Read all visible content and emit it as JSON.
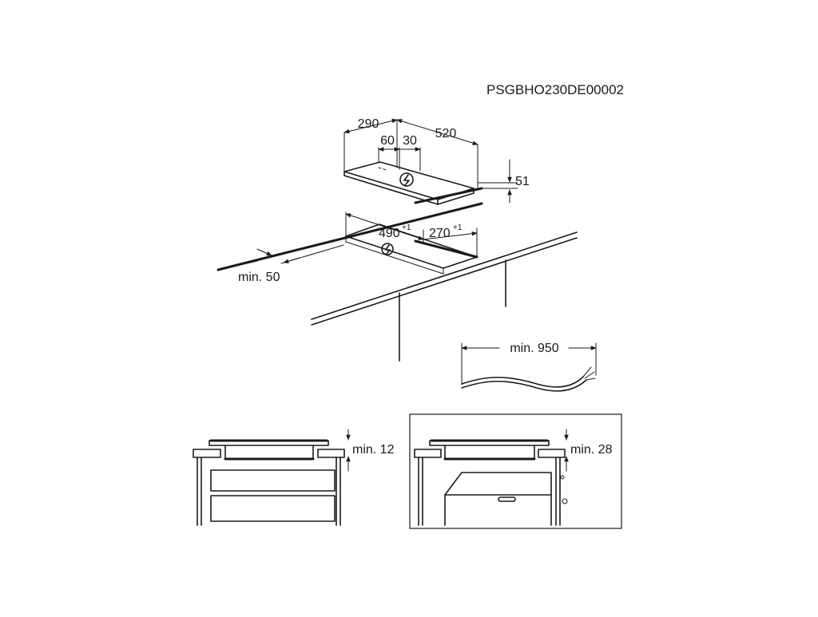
{
  "drawing_code": "PSGBHO230DE00002",
  "hob_dimensions": {
    "width": "290",
    "depth": "520",
    "connection_left": "60",
    "connection_right": "30",
    "height": "51"
  },
  "cutout_dimensions": {
    "width": "490",
    "width_tolerance": "+1",
    "depth": "270",
    "depth_tolerance": "+1",
    "min_edge_distance": "min. 50"
  },
  "cable": {
    "min_length": "min. 950"
  },
  "installation_details": {
    "left_clearance": "min. 12",
    "right_clearance": "min. 28"
  }
}
